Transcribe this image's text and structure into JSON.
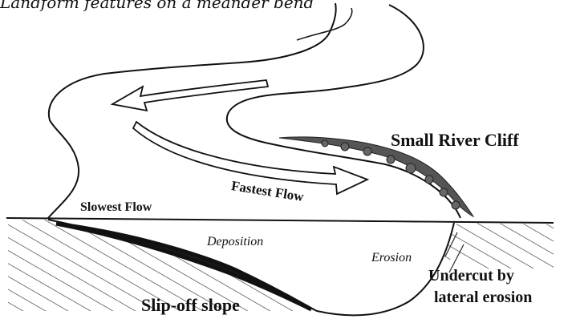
{
  "title": "Landform features on a meander bend",
  "labels": {
    "small_river_cliff": "Small River Cliff",
    "fastest_flow": "Fastest Flow",
    "slowest_flow": "Slowest Flow",
    "deposition": "Deposition",
    "erosion": "Erosion",
    "undercut_line1": "Undercut by",
    "undercut_line2": "lateral erosion",
    "slip_off_slope": "Slip-off slope"
  }
}
